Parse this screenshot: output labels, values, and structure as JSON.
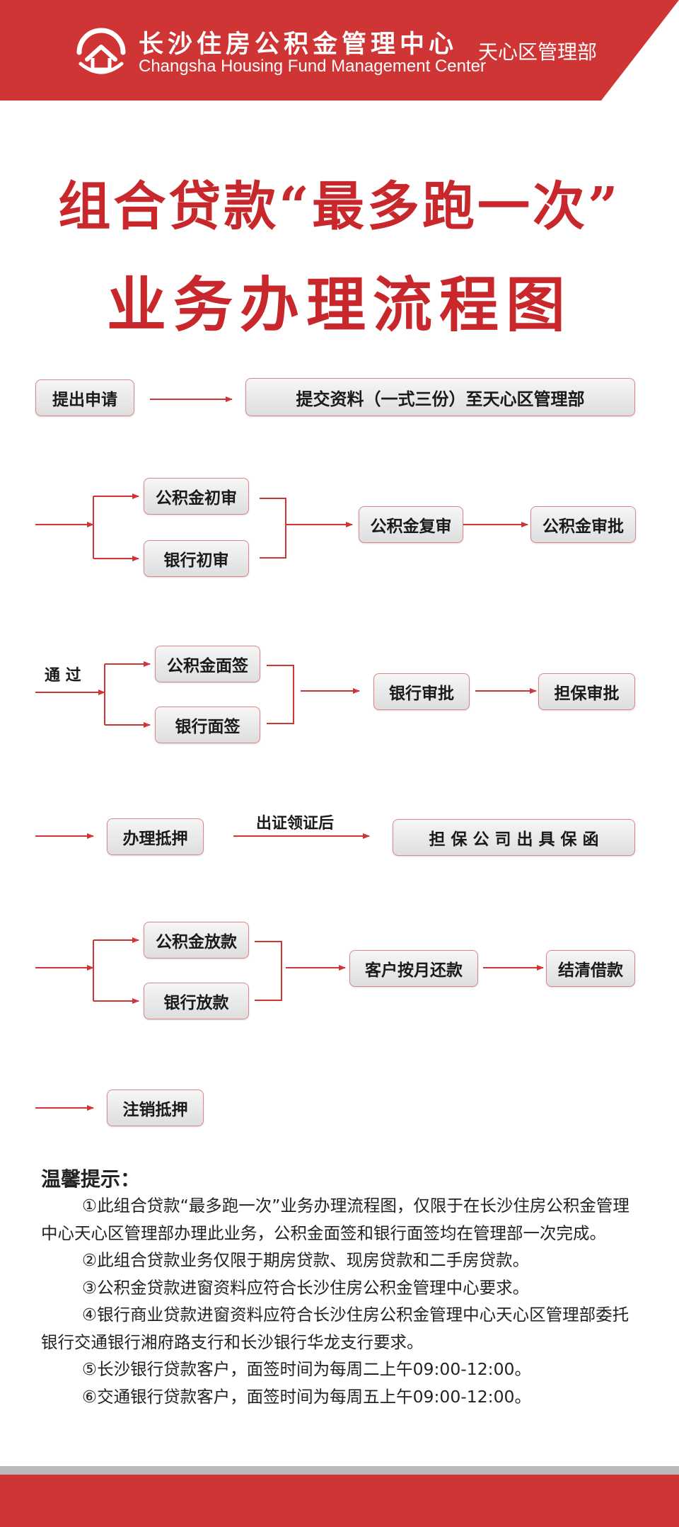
{
  "header": {
    "org_cn": "长沙住房公积金管理中心",
    "org_en": "Changsha Housing Fund Management Center",
    "dept": "天心区管理部",
    "brand_color": "#d03535"
  },
  "title": {
    "line1": "组合贷款“最多跑一次”",
    "line2": "业务办理流程图"
  },
  "flow": {
    "row1": {
      "apply": "提出申请",
      "submit": "提交资料（一式三份）至天心区管理部"
    },
    "row2": {
      "fund_initial": "公积金初审",
      "bank_initial": "银行初审",
      "fund_review": "公积金复审",
      "fund_approve": "公积金审批"
    },
    "row3": {
      "pass_label": "通  过",
      "fund_sign": "公积金面签",
      "bank_sign": "银行面签",
      "bank_approve": "银行审批",
      "guarantee_approve": "担保审批"
    },
    "row4": {
      "mortgage": "办理抵押",
      "cert_label": "出证领证后",
      "guarantee_letter": "担 保 公 司 出 具 保 函"
    },
    "row5": {
      "fund_loan": "公积金放款",
      "bank_loan": "银行放款",
      "monthly_repay": "客户按月还款",
      "settle": "结清借款"
    },
    "row6": {
      "cancel_mortgage": "注销抵押"
    }
  },
  "tips": {
    "heading": "温馨提示：",
    "items": [
      "①此组合贷款“最多跑一次”业务办理流程图，仅限于在长沙住房公积金管理中心天心区管理部办理此业务，公积金面签和银行面签均在管理部一次完成。",
      "②此组合贷款业务仅限于期房贷款、现房贷款和二手房贷款。",
      "③公积金贷款进窗资料应符合长沙住房公积金管理中心要求。",
      "④银行商业贷款进窗资料应符合长沙住房公积金管理中心天心区管理部委托银行交通银行湘府路支行和长沙银行华龙支行要求。",
      "⑤长沙银行贷款客户，面签时间为每周二上午09:00-12:00。",
      "⑥交通银行贷款客户，面签时间为每周五上午09:00-12:00。"
    ]
  },
  "colors": {
    "accent": "#c8282c",
    "arrow": "#d03535",
    "box_border": "#d88888"
  }
}
